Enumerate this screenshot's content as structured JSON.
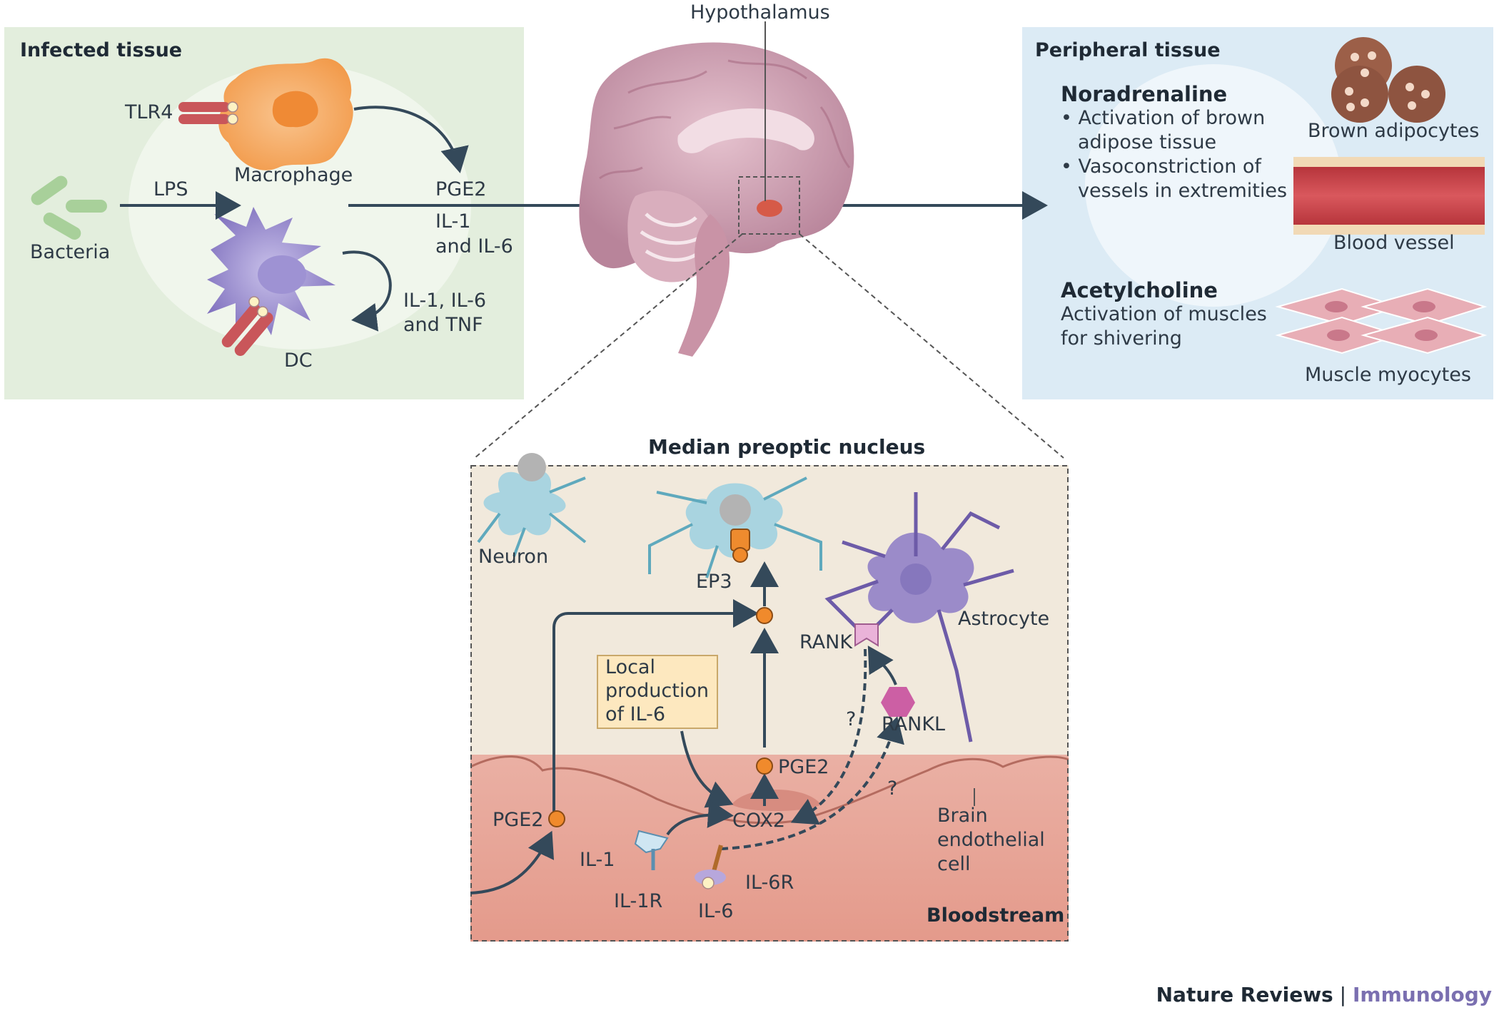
{
  "infected": {
    "title": "Infected tissue",
    "tlr4": "TLR4",
    "macrophage": "Macrophage",
    "lps": "LPS",
    "bacteria": "Bacteria",
    "dc": "DC",
    "dc_loop_1": "IL-1, IL-6",
    "dc_loop_2": "and TNF"
  },
  "signals": {
    "pge2": "PGE2",
    "il1": "IL-1",
    "il6": "and IL-6"
  },
  "brain": {
    "hypothalamus": "Hypothalamus"
  },
  "peripheral": {
    "title": "Peripheral tissue",
    "noradrenaline": "Noradrenaline",
    "bullet1_a": "• Activation of brown",
    "bullet1_b": "adipose tissue",
    "bullet2_a": "• Vasoconstriction of",
    "bullet2_b": "vessels in extremities",
    "brown_adipocytes": "Brown adipocytes",
    "blood_vessel": "Blood vessel",
    "acetylcholine": "Acetylcholine",
    "ach_text_a": "Activation of muscles",
    "ach_text_b": "for shivering",
    "muscle_myocytes": "Muscle myocytes"
  },
  "nucleus": {
    "title": "Median preoptic nucleus",
    "neuron": "Neuron",
    "ep3": "EP3",
    "rank": "RANK",
    "astrocyte": "Astrocyte",
    "local_a": "Local",
    "local_b": "production",
    "local_c": "of IL-6",
    "question1": "?",
    "rankl": "RANKL",
    "question2": "?",
    "pge2_inner": "PGE2",
    "pge2_left": "PGE2",
    "cox2": "COX2",
    "brain_endo_a": "Brain",
    "brain_endo_b": "endothelial",
    "brain_endo_c": "cell",
    "il1": "IL-1",
    "il1r": "IL-1R",
    "il6r": "IL-6R",
    "il6": "IL-6",
    "bloodstream": "Bloodstream"
  },
  "footer": {
    "journal": "Nature Reviews",
    "separator": "|",
    "section": "Immunology"
  },
  "colors": {
    "infected_bg": "#e3eedd",
    "peripheral_bg": "#dcebf5",
    "nucleus_bg": "#f1e9dc",
    "blood_bg": "#e6a89b",
    "arrow": "#34495a",
    "pge2_dot": "#f08a2c",
    "macrophage": "#f6a862",
    "dc": "#8b7fc4",
    "brain": "#c996a8",
    "brand_purple": "#7a6fb0"
  }
}
